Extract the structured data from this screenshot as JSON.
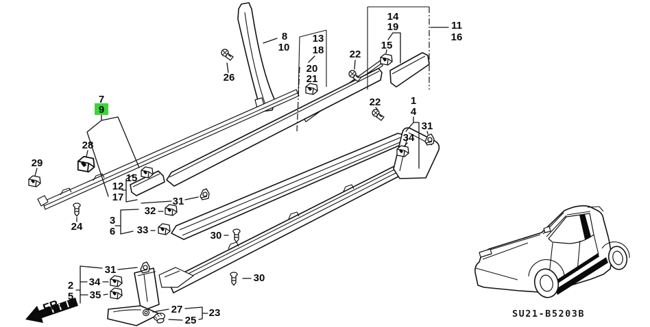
{
  "diagram": {
    "type": "exploded-parts-diagram",
    "subject": "side-protector-moldings",
    "highlight_color": "#3bd53b",
    "line_color": "#111111",
    "background_color": "#ffffff"
  },
  "labels": {
    "n8": "8",
    "n10": "10",
    "n13": "13",
    "n18": "18",
    "n20": "20",
    "n21": "21",
    "n26": "26",
    "n14": "14",
    "n19": "19",
    "n15_quarter": "15",
    "n22_quarter": "22",
    "n11": "11",
    "n16": "16",
    "n7": "7",
    "n9": "9",
    "n28": "28",
    "n29": "29",
    "n24": "24",
    "n12": "12",
    "n17": "17",
    "n15_door": "15",
    "n31_door": "31",
    "n32": "32",
    "n33": "33",
    "n3": "3",
    "n6": "6",
    "n30_upper": "30",
    "n30_lower": "30",
    "n22_door": "22",
    "n1": "1",
    "n4": "4",
    "n34_sill": "34",
    "n31_sill": "31",
    "n2": "2",
    "n5": "5",
    "n31_front": "31",
    "n34_front": "34",
    "n35": "35",
    "n27": "27",
    "n25": "25",
    "n23": "23"
  },
  "direction": {
    "label": "FR."
  },
  "footer": {
    "code": "SU21-B5203B"
  }
}
